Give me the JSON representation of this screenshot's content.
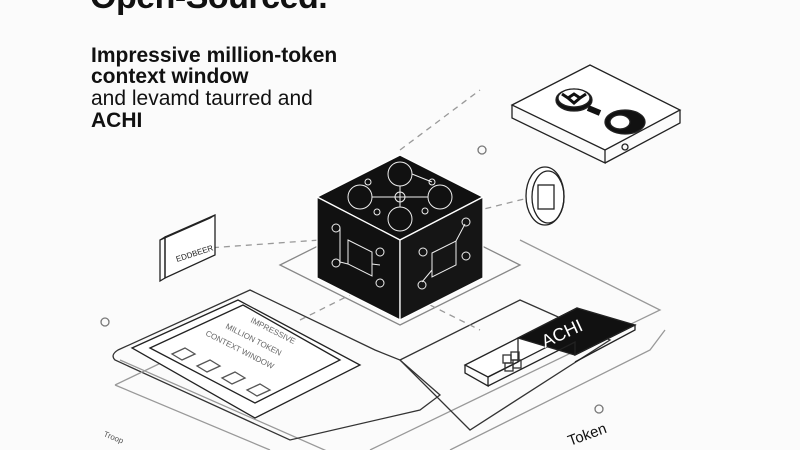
{
  "headline": "Open-Sourced.",
  "intro": {
    "line1": "Impressive million-token",
    "line2": "context window",
    "line3": "and levamd taurred and",
    "line4": "ACHI"
  },
  "labels": {
    "card": "EDDBEER",
    "tablet_line1": "IMPRESSIVE",
    "tablet_line2": "MILLION TOKEN",
    "tablet_line3": "CONTEXT WINDOW",
    "block": "ACHI",
    "bottom_right": "Token",
    "bottom_left": "Troop"
  },
  "colors": {
    "ink": "#111111",
    "paper": "#fbfbfb",
    "line": "#444444"
  }
}
